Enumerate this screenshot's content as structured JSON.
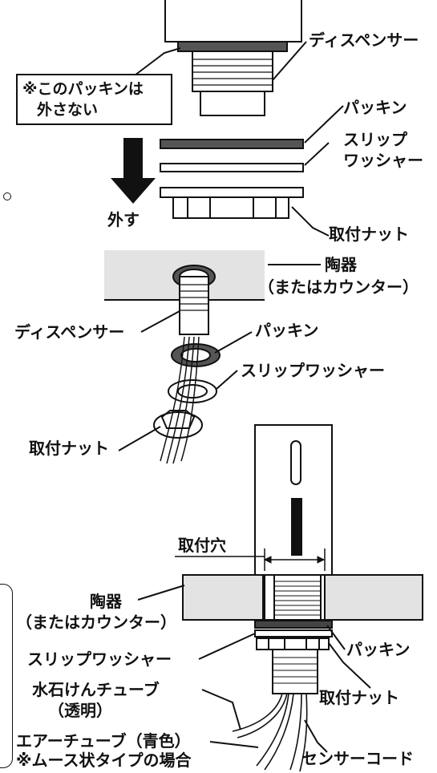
{
  "diagram": {
    "step1": {
      "dispenser": "ディスペンサー",
      "note_line1": "※このパッキンは",
      "note_line2": "外さない",
      "packing": "パッキン",
      "slip_washer_line1": "スリップ",
      "slip_washer_line2": "ワッシャー",
      "remove": "外す",
      "mounting_nut": "取付ナット"
    },
    "step2": {
      "ceramic": "陶器",
      "or_counter": "（またはカウンター）",
      "dispenser": "ディスペンサー",
      "packing": "パッキン",
      "slip_washer": "スリップワッシャー",
      "mounting_nut": "取付ナット"
    },
    "step3": {
      "mounting_hole": "取付穴",
      "ceramic": "陶器",
      "or_counter": "（またはカウンター）",
      "slip_washer": "スリップワッシャー",
      "packing": "パッキン",
      "water_stone_tube": "水石けんチューブ",
      "transparent": "（透明）",
      "mounting_nut": "取付ナット",
      "air_tube": "エアーチューブ（青色）",
      "mousse_type": "※ムース状タイプの場合",
      "sensor_cord": "センサーコード"
    }
  }
}
